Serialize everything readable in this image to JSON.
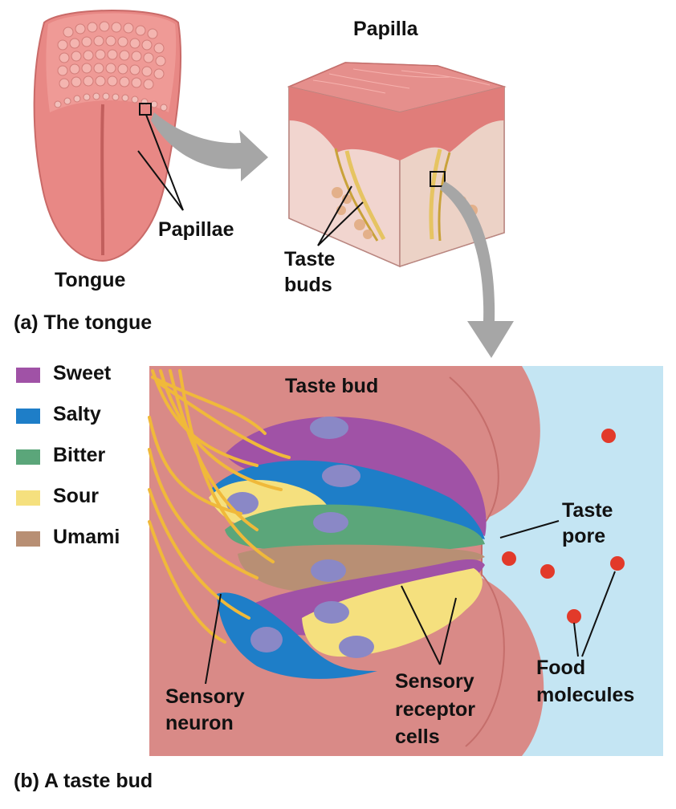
{
  "panel_a": {
    "caption": "(a) The tongue",
    "tongue_label": "Tongue",
    "papillae_label": "Papillae",
    "papilla_label": "Papilla",
    "taste_buds_label_1": "Taste",
    "taste_buds_label_2": "buds"
  },
  "panel_b": {
    "caption": "(b) A taste bud",
    "taste_bud_label": "Taste bud",
    "taste_pore_label_1": "Taste",
    "taste_pore_label_2": "pore",
    "food_label_1": "Food",
    "food_label_2": "molecules",
    "neuron_label_1": "Sensory",
    "neuron_label_2": "neuron",
    "receptor_label_1": "Sensory",
    "receptor_label_2": "receptor",
    "receptor_label_3": "cells"
  },
  "legend": [
    {
      "label": "Sweet",
      "color": "#a052a6"
    },
    {
      "label": "Salty",
      "color": "#1e7ec8"
    },
    {
      "label": "Bitter",
      "color": "#5ba67a"
    },
    {
      "label": "Sour",
      "color": "#f5e07e"
    },
    {
      "label": "Umami",
      "color": "#b88f74"
    }
  ],
  "colors": {
    "tissue": "#d98a87",
    "fluid": "#bfe3f3",
    "nerve": "#f0b93a",
    "molecule": "#e23a2a",
    "arrow": "#a6a6a6"
  }
}
